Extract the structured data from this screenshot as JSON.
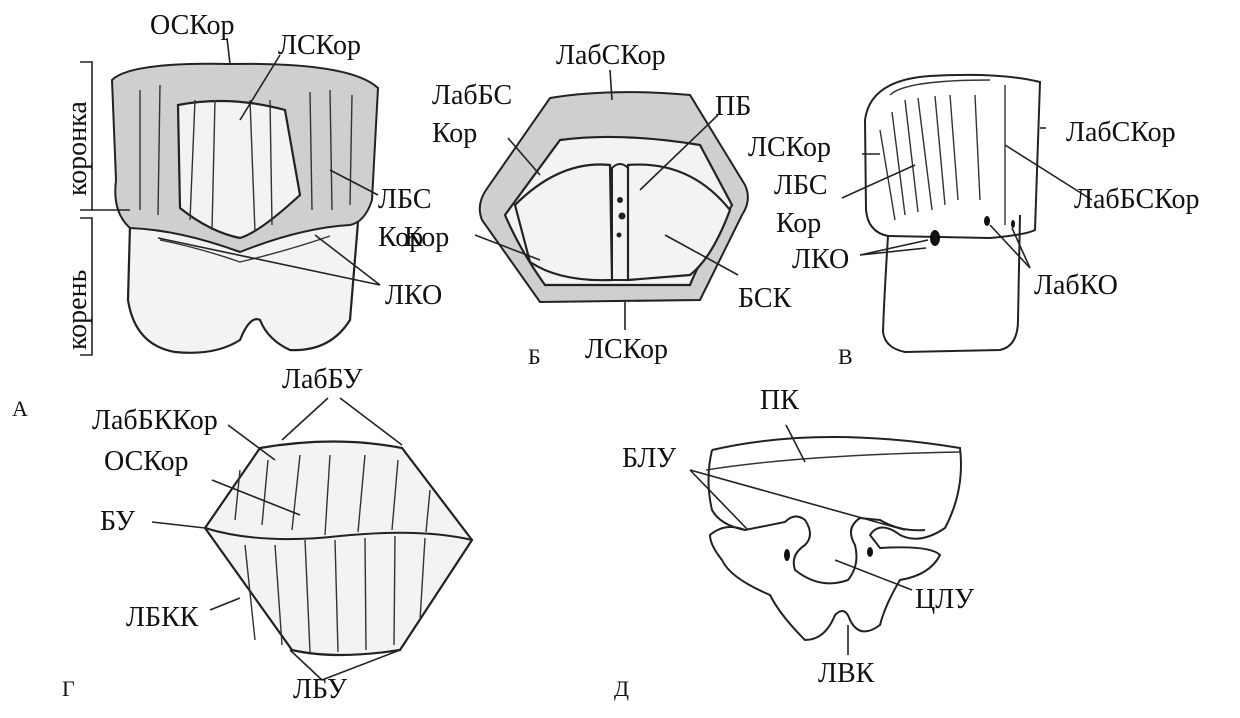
{
  "figure": {
    "panels": {
      "A": "А",
      "B": "Б",
      "V": "В",
      "G": "Г",
      "D": "Д"
    },
    "labels": {
      "osk_a": "ОСКор",
      "lskor_a": "ЛСКор",
      "lbs_a": "ЛБС",
      "kor_a": "Кор",
      "lko_a": "ЛКО",
      "koronka": "коронка",
      "koren": "корень",
      "labskor_b": "ЛабСКор",
      "labbs_b": "ЛабБС",
      "kor_b": "Кор",
      "pb_b": "ПБ",
      "bsk_b": "БСК",
      "lskor_b": "ЛСКор",
      "lskor_v": "ЛСКор",
      "lbs_v": "ЛБС",
      "kor_v": "Кор",
      "lko_v": "ЛКО",
      "labskor_v": "ЛабСКор",
      "labbskor_v": "ЛабБСКор",
      "labko_v": "ЛабКО",
      "labbu_g": "ЛабБУ",
      "labbkkor_g": "ЛабБККор",
      "oskor_g": "ОСКор",
      "bu_g": "БУ",
      "lbkk_g": "ЛБКК",
      "lbu_g": "ЛБУ",
      "pk_d": "ПК",
      "blu_d": "БЛУ",
      "clu_d": "ЦЛУ",
      "lvk_d": "ЛВК"
    }
  }
}
